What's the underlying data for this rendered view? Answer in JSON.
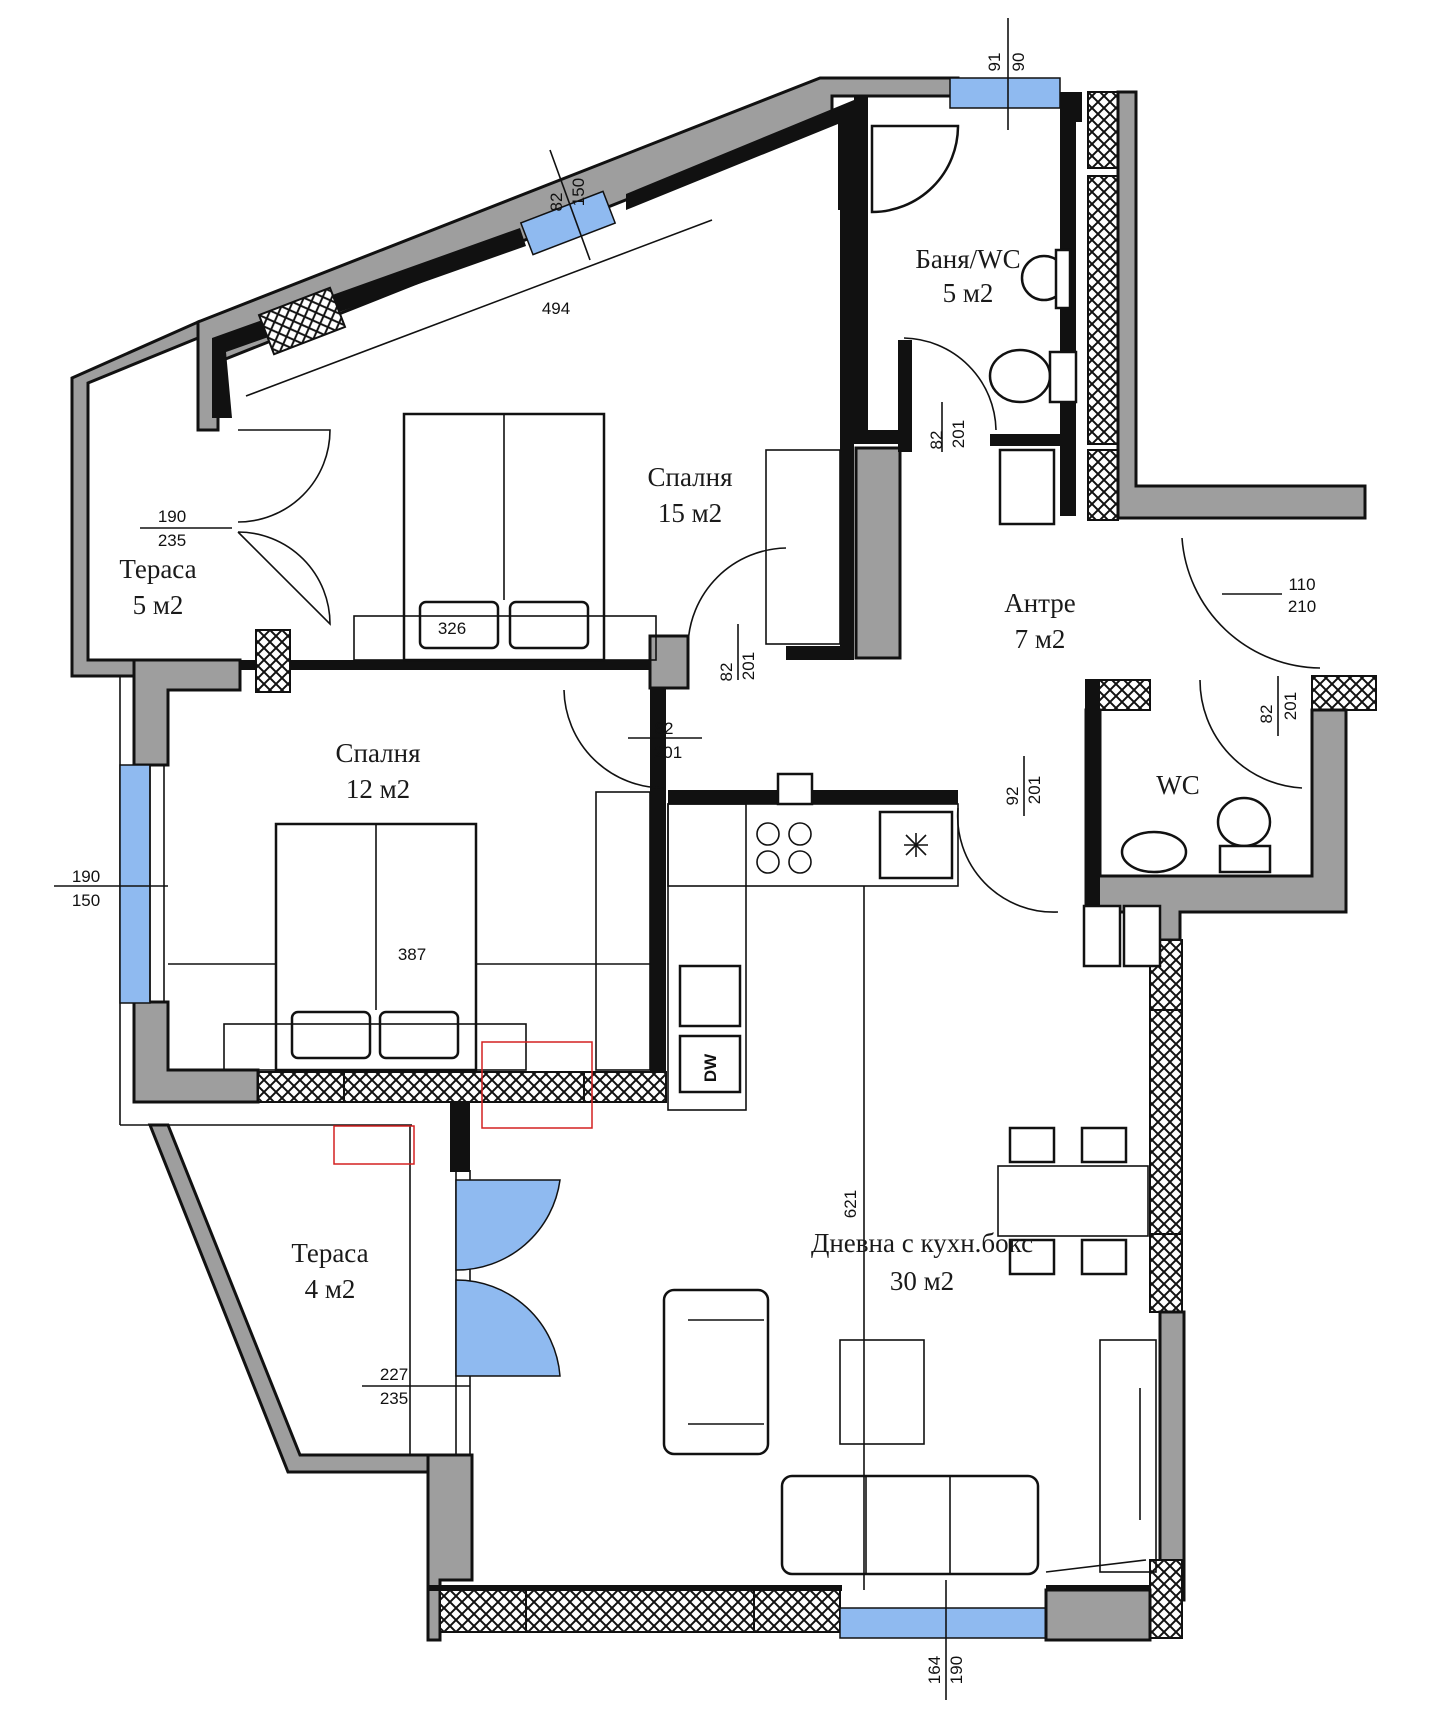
{
  "rooms": {
    "bath": {
      "name": "Баня/WC",
      "area": "5 м2"
    },
    "bedroom_1": {
      "name": "Спалня",
      "area": "15 м2"
    },
    "terrace_1": {
      "name": "Тераса",
      "area": "5 м2"
    },
    "hall": {
      "name": "Антре",
      "area": "7 м2"
    },
    "bedroom_2": {
      "name": "Спалня",
      "area": "12 м2"
    },
    "wc": {
      "name": "WC"
    },
    "living": {
      "name": "Дневна с кухн.бокс",
      "area": "30 м2"
    },
    "terrace_2": {
      "name": "Тераса",
      "area": "4 м2"
    }
  },
  "dimensions": {
    "bath_window_w": "91",
    "bath_window_h": "90",
    "bedroom1_window_w": "82",
    "bedroom1_window_h": "150",
    "bedroom1_wall": "494",
    "bath_door_w": "82",
    "bath_door_h": "201",
    "terrace1_door_w": "190",
    "terrace1_door_h": "235",
    "bed1_size": "326",
    "bedroom1_door_w": "82",
    "bedroom1_door_h": "201",
    "entrance_door_w": "110",
    "entrance_door_h": "210",
    "wc_door_w": "82",
    "wc_door_h": "201",
    "bedroom2_door_w": "82",
    "bedroom2_door_h": "201",
    "living_door_w": "92",
    "living_door_h": "201",
    "bedroom2_window_w": "190",
    "bedroom2_window_h": "150",
    "bedroom2_wall": "387",
    "living_depth": "621",
    "terrace2_door_w": "227",
    "terrace2_door_h": "235",
    "living_window_w": "164",
    "living_window_h": "190"
  },
  "appliances": {
    "dishwasher": "DW"
  }
}
